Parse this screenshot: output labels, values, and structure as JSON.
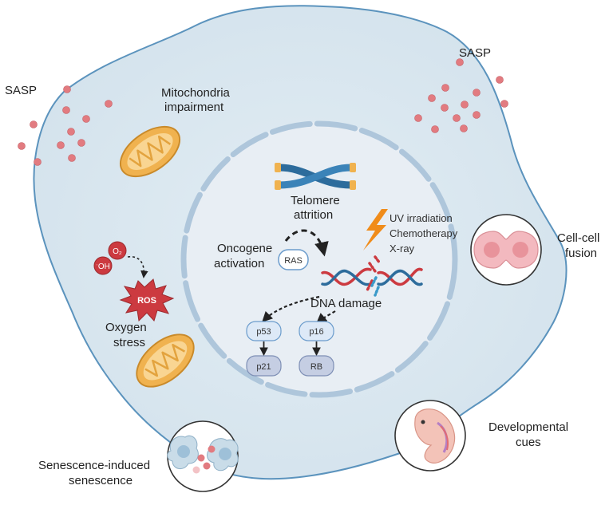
{
  "diagram": {
    "sasp_left": "SASP",
    "sasp_right": "SASP",
    "mitochondria": [
      "Mitochondria",
      "impairment"
    ],
    "telomere": [
      "Telomere",
      "attrition"
    ],
    "oncogene": [
      "Oncogene",
      "activation"
    ],
    "ras": "RAS",
    "dna_sources": [
      "UV irradiation",
      "Chemotherapy",
      "X-ray"
    ],
    "dna_damage": "DNA damage",
    "p53": "p53",
    "p16": "p16",
    "p21": "p21",
    "rb": "RB",
    "o2": "O₂",
    "oh": "ˑOH",
    "ros": "ROS",
    "oxygen": [
      "Oxygen",
      "stress"
    ],
    "fusion": [
      "Cell-cell",
      "fusion"
    ],
    "developmental": [
      "Developmental",
      "cues"
    ],
    "senescence": [
      "Senescence-induced",
      "senescence"
    ]
  },
  "colors": {
    "cell_fill": "#d9e6ef",
    "cell_stroke": "#5b93bd",
    "nucleus_fill": "#e8eef4",
    "envelope": "#aec6db",
    "sasp_dot": "#e27b80",
    "mito": "#f0b24f",
    "ros": "#cc3a40",
    "node_fill": "#dde9f7",
    "node_dark": "#c5cee3"
  }
}
